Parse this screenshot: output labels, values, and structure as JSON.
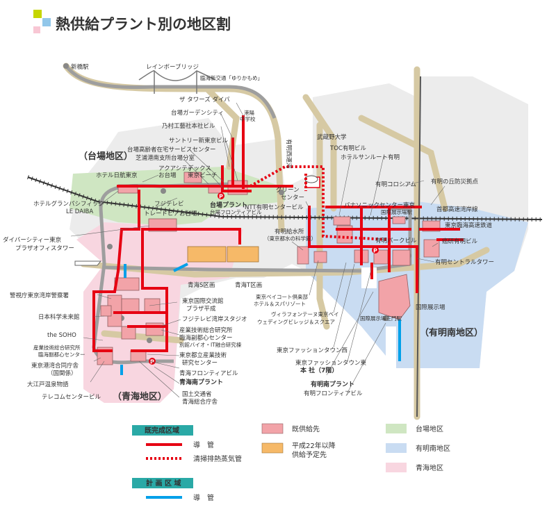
{
  "title": "熱供給プラント別の地区割",
  "districts": {
    "daiba": "（台場地区）",
    "ariake_south": "（有明南地区）",
    "aomi": "（青海地区）"
  },
  "places": {
    "shinbashi": "新橋駅",
    "rainbow_bridge": "レインボーブリッジ",
    "yurikamome": "臨海新交通「ゆりかもめ」",
    "the_towers": "ザ タワーズ ダイバ",
    "daiba_garden_city": "台場ガーデンシティ",
    "nomura": "乃村工藝社本社ビル",
    "konan_school": "港陽中学校",
    "suntory": "サントリー新東京ビル",
    "elderly_center": "台場高齢者在宅サービスセンター",
    "health_center": "芝浦港南支所台場分室",
    "hotel_nikko": "ホテル日航東京",
    "aqua_city": "アクアシティお台場",
    "decks": "デックス東京ビーチ",
    "ariake_nishi_canal": "有明西運河",
    "grand_pacific": "ホテルグランパシフィック LE DAIBA",
    "fujitv": "フジテレビ",
    "trade_pia": "トレードピアお台場",
    "daiba_plant": "台場プラント",
    "daiba_frontier": "台場フロンティアビル",
    "green_center": "グリーンセンター",
    "ntt_ariake": "NTT有明センタービル",
    "musashino_univ": "武蔵野大学",
    "toc_ariake": "TOC有明ビル",
    "sunroute": "ホテルサンルート有明",
    "ariake_colosseum": "有明コロシアム",
    "ariake_hill": "有明の丘防災拠点",
    "panasonic": "パナソニックセンター東京",
    "kokusai_tenjijo_eki": "国際展示場駅",
    "shuto_expressway": "首都高速湾岸線",
    "rinkai_line": "東京臨海高速鉄道",
    "diver_city": "ダイバーシティー東京 プラザオフィスタワー",
    "water_science": "有明給水所（東京都水の科学館）",
    "ariake_park": "有明パークビル",
    "cancer_hospital": "癌研有明ビル",
    "ariake_central": "有明セントラルタワー",
    "aomi_s": "青海S区画",
    "aomi_t": "青海T区画",
    "bayside_club": "東京ベイコート倶楽部 ホテル＆スパリゾート",
    "villa_fontaine": "ヴィラフォンテーヌ東京ベイ ウェディングビレッジ＆スクエア",
    "tokyo_big_sight": "国際展示場",
    "kokusai_tenjijo_seimon": "国際展示場正門駅",
    "keishicho": "警視庁東京湾岸警察署",
    "miraikan": "日本科学未来館",
    "the_soho": "the SOHO",
    "aist": "産業技術総合研究所 臨海副都心センター",
    "int_exchange": "東京国際交流館 プラザ平成",
    "fujitv_studio": "フジテレビ湾岸スタジオ",
    "aist2": "産業技術総合研究所 臨海副都心センター",
    "bio_it": "別館バイオ・IT融合研究棟",
    "tokyo_sangyo": "東京都立産業技術 研究センター",
    "aomi_frontier": "青海フロンティアビル",
    "aomi_plant": "青海南プラント",
    "mlit": "国土交通省 青海総合庁舎",
    "tokyo_port_joint": "東京港湾合同庁舎 （国関係）",
    "oedo_onsen": "大江戸温泉物語",
    "telecom_center": "テレコムセンタービル",
    "fashion_west": "東京ファッションタウン西",
    "fashion_east": "東京ファッションタウン東",
    "fashion_hq": "本 社（7階）",
    "ariake_plant": "有明南プラント",
    "ariake_frontier": "有明フロンティアビル",
    "p_mark": "P"
  },
  "legend": {
    "existing_head": "既完成区域",
    "pipe": "導　管",
    "steam_pipe": "清掃排熱蒸気管",
    "planned_head": "計 画 区 域",
    "planned_pipe": "導　管",
    "supplied": "既供給先",
    "planned_supply": "平成22年以降 供給予定先",
    "daiba_area": "台場地区",
    "ariake_area": "有明南地区",
    "aomi_area": "青海地区"
  },
  "colors": {
    "pipe_red": "#e60012",
    "planned_blue": "#00a0e9",
    "supplied_pink": "#f2a3a8",
    "planned_orange": "#f6b968",
    "daiba_green": "#cfe6c2",
    "ariake_blue": "#c9dcf2",
    "aomi_pink": "#f8d6e0",
    "header_teal": "#2aa9a6",
    "road_tan": "#d6c9a3",
    "rail_black": "#333333"
  },
  "icons": [
    "title-squares-icon",
    "bridge-icon",
    "station-icon",
    "parking-icon",
    "ship-icon"
  ]
}
